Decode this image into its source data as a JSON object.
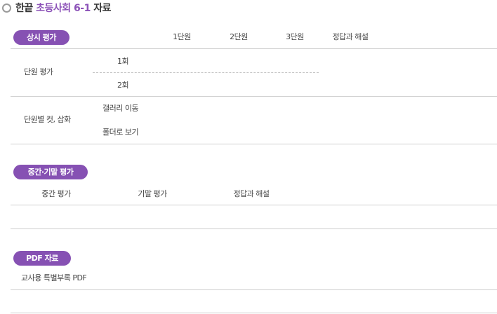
{
  "title": {
    "prefix": "한끝",
    "highlight": "초등사회 6-1",
    "suffix": "자료"
  },
  "sections": {
    "regular": {
      "badge": "상시 평가",
      "columns": [
        "1단원",
        "2단원",
        "3단원",
        "정답과 해설"
      ],
      "rows": {
        "unit_eval": {
          "label": "단원 평가",
          "items": [
            "1회",
            "2회"
          ]
        },
        "unit_cuts": {
          "label": "단원별 컷, 삽화",
          "items": [
            "갤러리 이동",
            "폴더로 보기"
          ]
        }
      }
    },
    "midterm": {
      "badge": "중간·기말 평가",
      "columns": [
        "중간 평가",
        "기말 평가",
        "정답과 해설"
      ]
    },
    "pdf": {
      "badge": "PDF 자료",
      "items": [
        "교사용 특별부록 PDF"
      ]
    }
  },
  "colors": {
    "accent": "#8651b3",
    "title_highlight": "#8c52b8",
    "divider": "#cfcfcf"
  }
}
